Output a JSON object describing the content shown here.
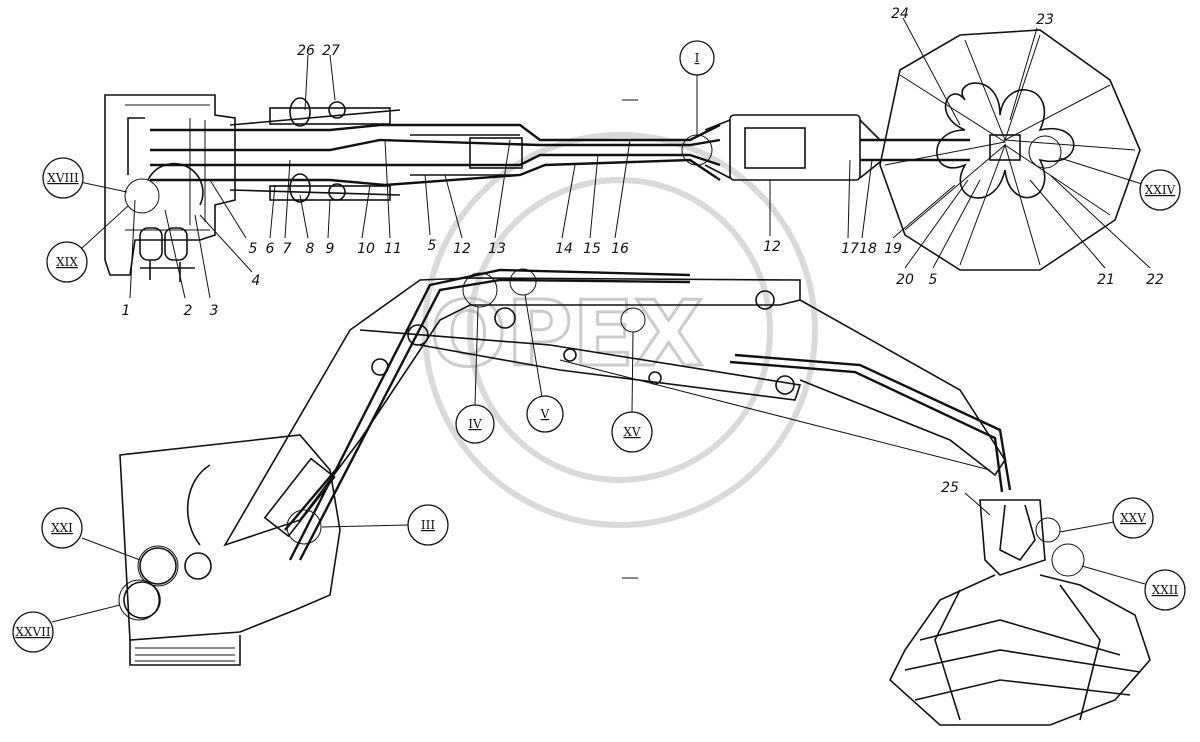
{
  "watermark": {
    "text": "OPEX"
  },
  "part_numbers": [
    "1",
    "2",
    "3",
    "4",
    "5",
    "6",
    "7",
    "8",
    "9",
    "10",
    "11",
    "12",
    "13",
    "14",
    "15",
    "16",
    "17",
    "18",
    "19",
    "20",
    "21",
    "22",
    "23",
    "24",
    "25",
    "26",
    "27"
  ],
  "labels": {
    "n1": "1",
    "n2": "2",
    "n3": "3",
    "n4": "4",
    "n5a": "5",
    "n5b": "5",
    "n5c": "5",
    "n6": "6",
    "n7": "7",
    "n8": "8",
    "n9": "9",
    "n10": "10",
    "n11": "11",
    "n12a": "12",
    "n12b": "12",
    "n13": "13",
    "n14": "14",
    "n15": "15",
    "n16": "16",
    "n17": "17",
    "n18": "18",
    "n19": "19",
    "n20": "20",
    "n21": "21",
    "n22": "22",
    "n23": "23",
    "n24": "24",
    "n25": "25",
    "n26": "26",
    "n27": "27"
  },
  "views": {
    "I": "I",
    "III": "III",
    "IV": "IV",
    "V": "V",
    "XV": "XV",
    "XVIII": "XVIII",
    "XIX": "XIX",
    "XXI": "XXI",
    "XXII": "XXII",
    "XXIV": "XXIV",
    "XXV": "XXV",
    "XXVII": "XXVII"
  }
}
